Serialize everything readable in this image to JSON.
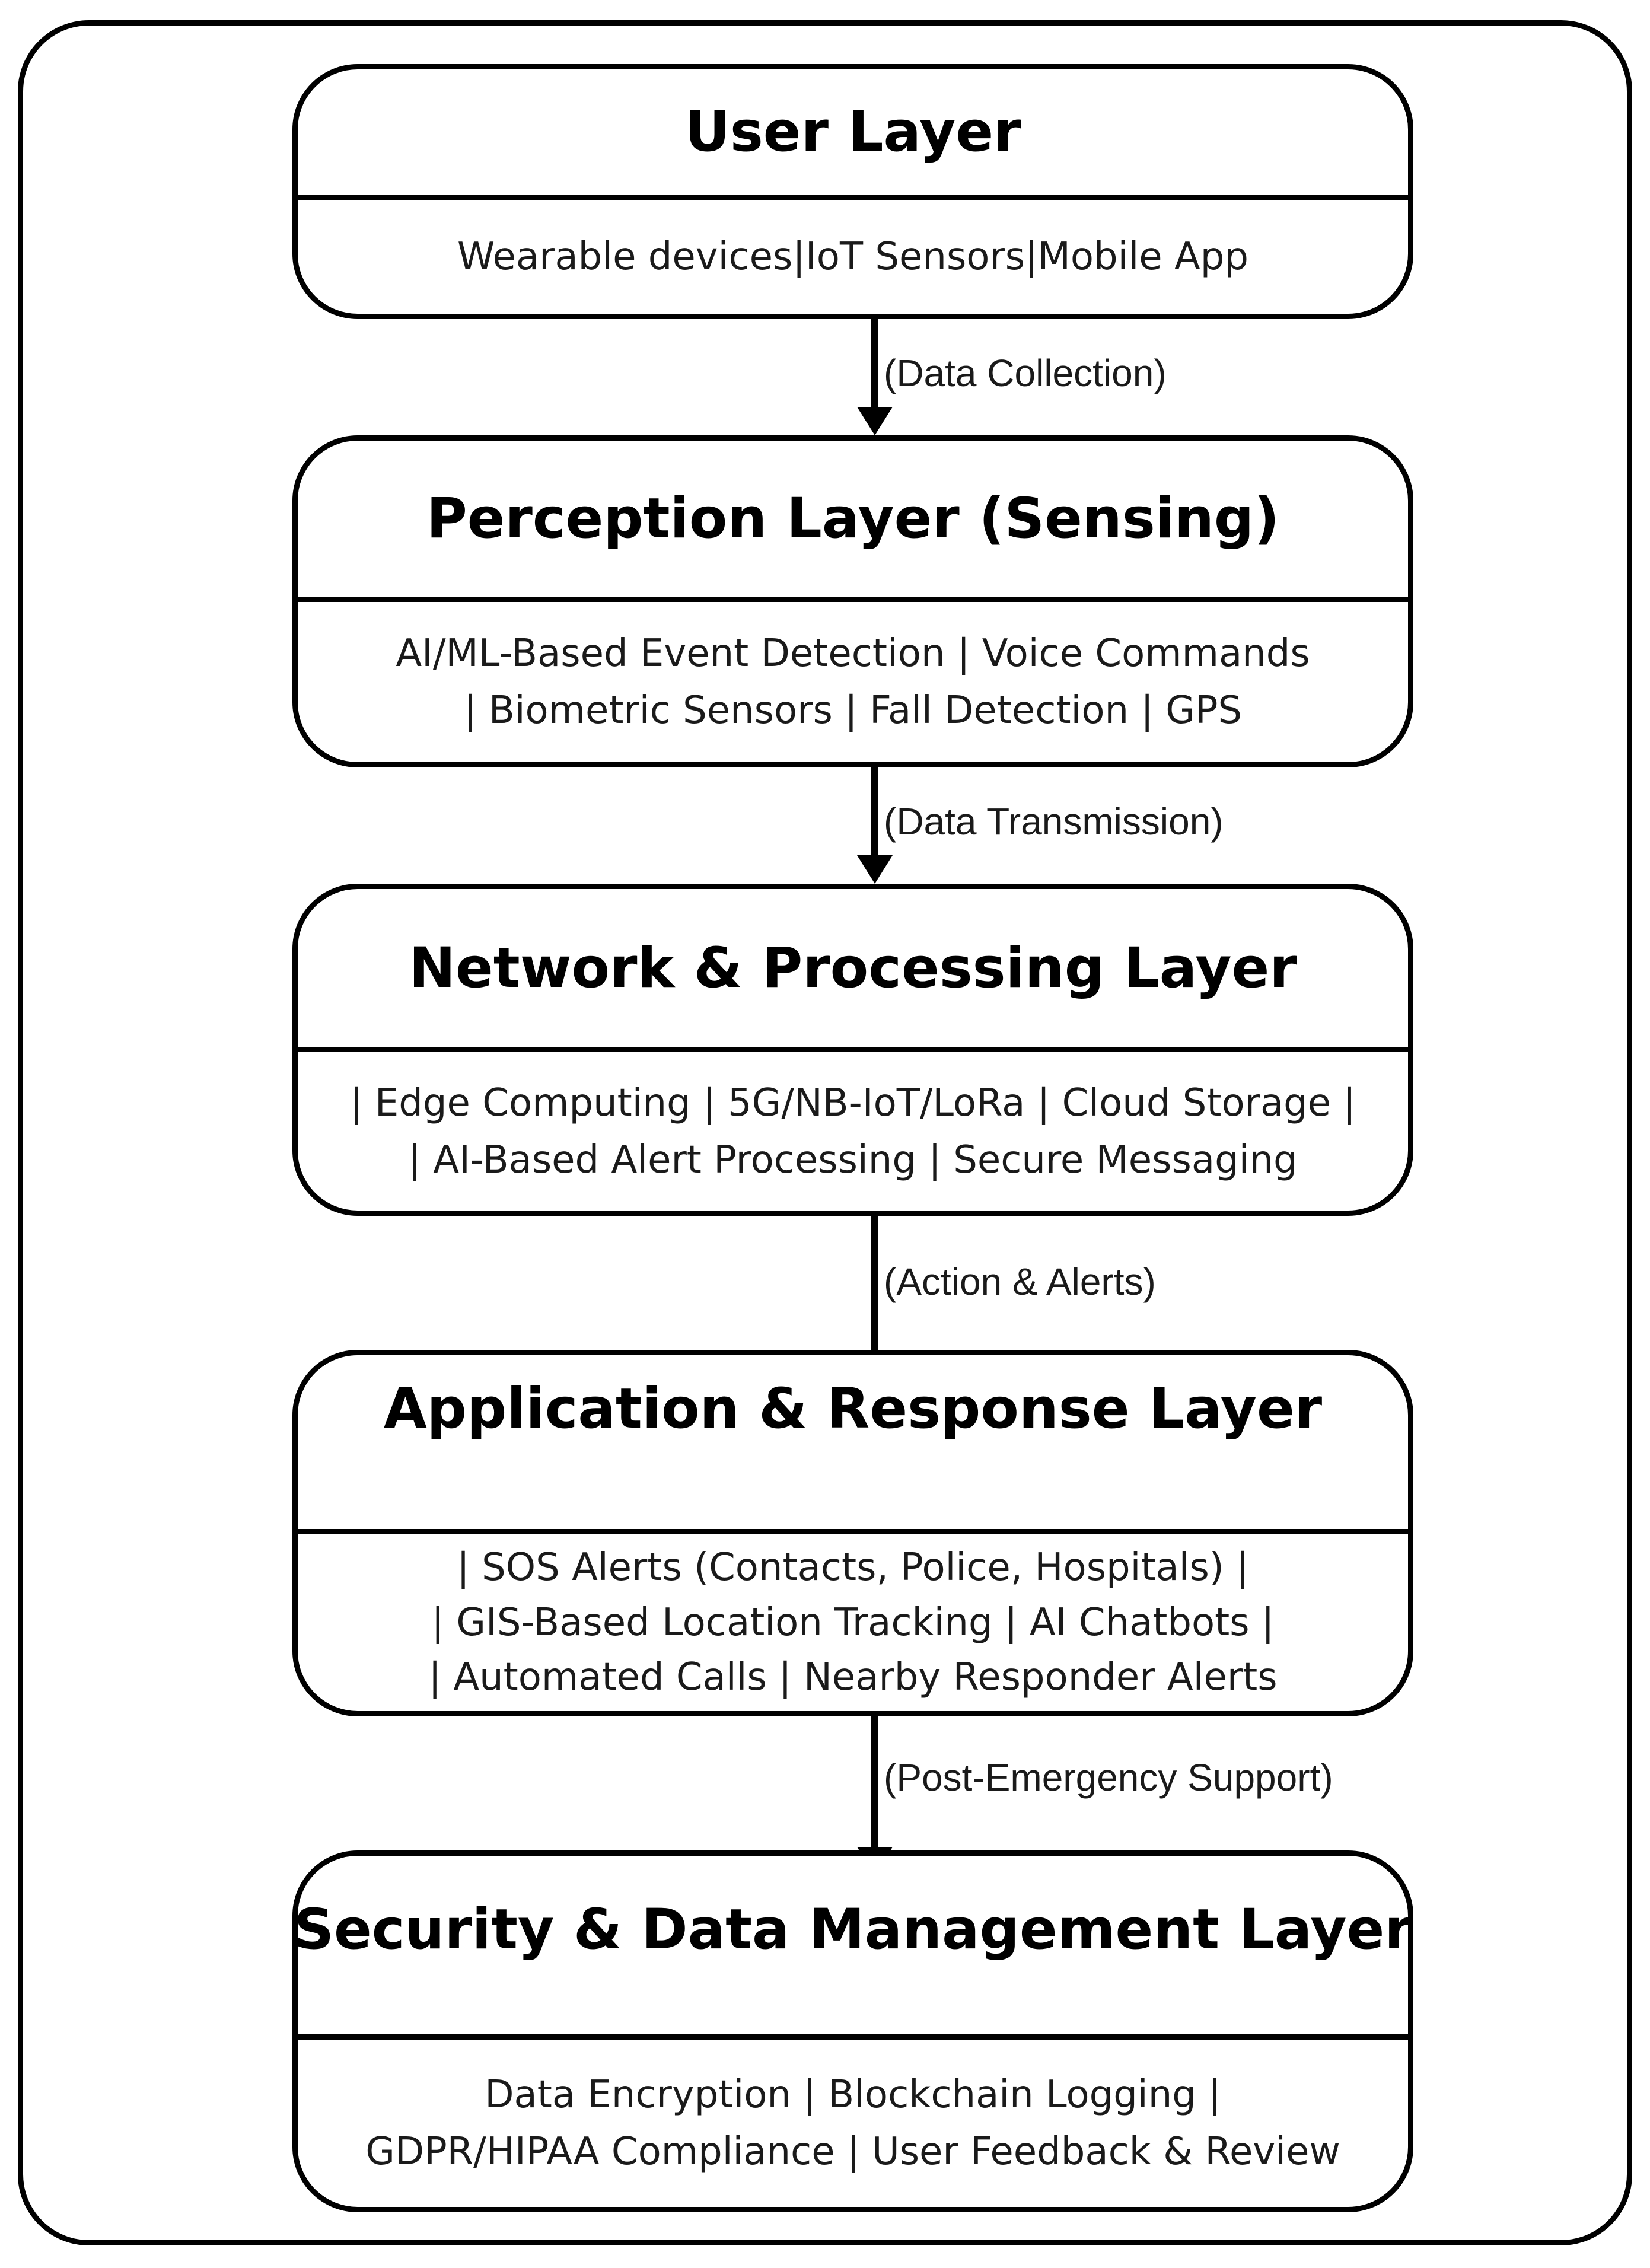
{
  "layers": [
    {
      "title": "User Layer",
      "lines": [
        "Wearable devices|IoT Sensors|Mobile App"
      ]
    },
    {
      "title": "Perception Layer (Sensing)",
      "lines": [
        "AI/ML-Based Event Detection | Voice Commands",
        "| Biometric Sensors | Fall Detection | GPS"
      ]
    },
    {
      "title": "Network & Processing Layer",
      "lines": [
        "| Edge Computing | 5G/NB-IoT/LoRa | Cloud Storage |",
        "| AI-Based Alert Processing | Secure Messaging"
      ]
    },
    {
      "title": "Application & Response Layer",
      "lines": [
        "| SOS Alerts (Contacts, Police, Hospitals) |",
        "| GIS-Based Location Tracking | AI Chatbots |",
        "| Automated Calls | Nearby Responder Alerts"
      ]
    },
    {
      "title": "Security & Data Management Layer",
      "lines": [
        "Data Encryption | Blockchain Logging |",
        "GDPR/HIPAA Compliance | User Feedback & Review"
      ]
    }
  ],
  "connectors": [
    {
      "label": "(Data Collection)"
    },
    {
      "label": "(Data Transmission)"
    },
    {
      "label": "(Action & Alerts)"
    },
    {
      "label": "(Post-Emergency Support)"
    }
  ]
}
